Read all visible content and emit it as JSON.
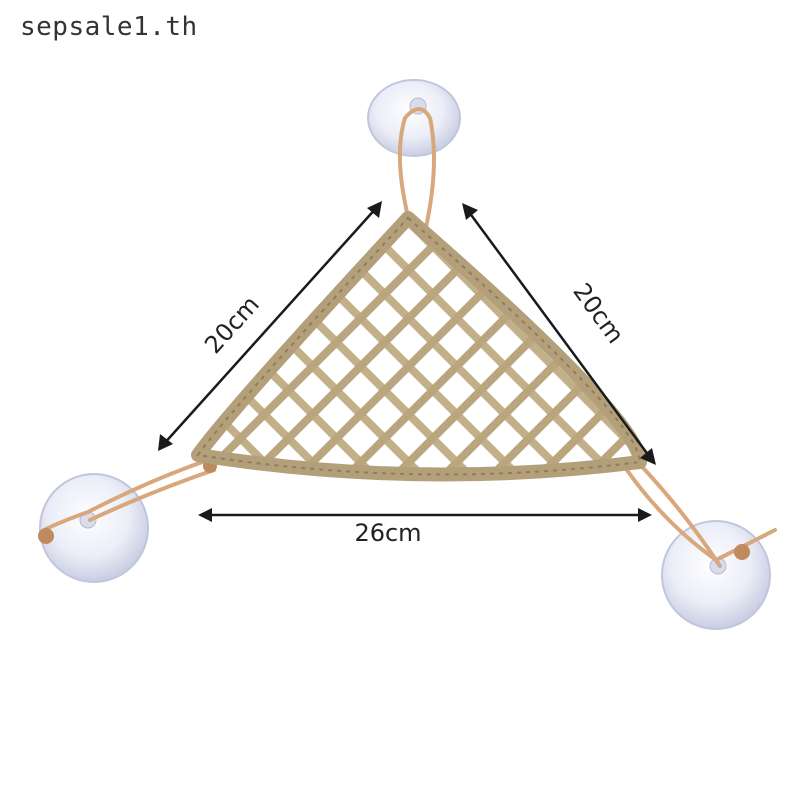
{
  "watermark": "sepsale1.th",
  "dimensions": {
    "left_side": "20cm",
    "right_side": "20cm",
    "base": "26cm"
  },
  "colors": {
    "seagrass": "#c9b893",
    "seagrass_dark": "#9c8a64",
    "leather": "#d9a77c",
    "suction_cup": "#e6e8f4",
    "arrow": "#1a1a1a"
  }
}
